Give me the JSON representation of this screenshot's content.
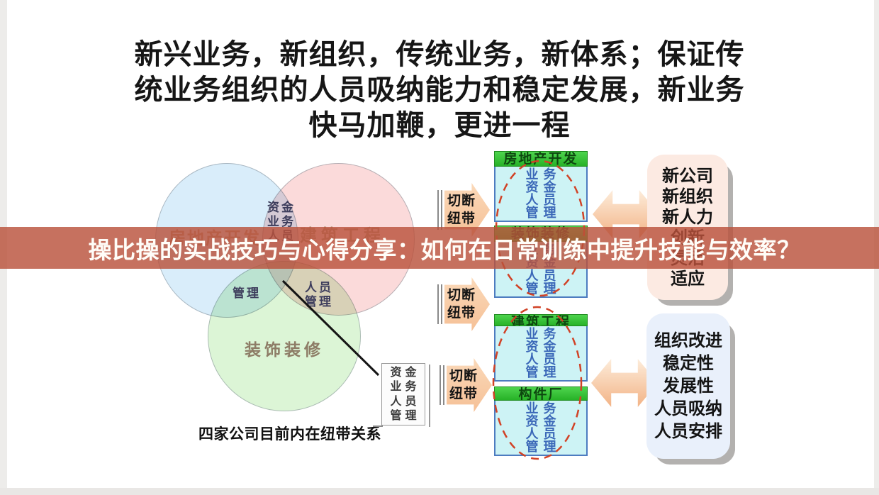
{
  "title": {
    "lines": [
      "新兴业务，新组织，传统业务，新体系；保证传",
      "统业务组织的人员吸纳能力和稳定发展，新业务",
      "快马加鞭，更进一程"
    ]
  },
  "banner": {
    "text": "操比操的实战技巧与心得分享：如何在日常训练中提升技能与效率？",
    "bg_color": "rgba(186,82,60,0.82)",
    "text_color": "#ffffff"
  },
  "venn": {
    "caption": "四家公司目前内在纽带关系",
    "circle_labels": {
      "blue": "房地产开发",
      "pink": "建筑工程",
      "green": "装饰装修"
    },
    "circle_colors": {
      "blue": "#d9edfa",
      "pink": "#fbdada",
      "green": "#dcf5d6"
    },
    "overlap_top": [
      "资金",
      "业务",
      "人员"
    ],
    "overlap_left": "管理",
    "overlap_right": [
      "人员",
      "管理"
    ],
    "callout_items": [
      "资金",
      "业务",
      "人员",
      "管理"
    ]
  },
  "flow": {
    "cut_arrow_label": {
      "line1": "切断",
      "line2": "纽带"
    },
    "company_boxes": [
      {
        "title": "房地产开发",
        "items": [
          "业务",
          "资金",
          "人员",
          "管理"
        ]
      },
      {
        "title": "装饰装修",
        "items": [
          "业务",
          "资金",
          "人员",
          "管理"
        ]
      },
      {
        "title": "建筑工程",
        "items": [
          "业务",
          "资金",
          "人员",
          "管理"
        ]
      },
      {
        "title": "构件厂",
        "items": [
          "业务",
          "资金",
          "人员",
          "管理"
        ]
      }
    ],
    "result_boxes": [
      {
        "items": [
          "新公司",
          "新组织",
          "新人力",
          "创新",
          "灵活",
          "适应"
        ]
      },
      {
        "items": [
          "组织改进",
          "稳定性",
          "发展性",
          "人员吸纳",
          "人员安排"
        ]
      }
    ]
  },
  "colors": {
    "company_header_green": "#2fc02f",
    "company_body_cyan": "#cdf3f5",
    "company_body_border_blue": "#4d7cc0",
    "dashed_ellipse_red": "#d14226",
    "arrow_peach": "#f5c096",
    "result_box_peach": "#fceae2",
    "result_box_blue": "#e9f0fb",
    "shadow_gray": "#b3b1af"
  }
}
